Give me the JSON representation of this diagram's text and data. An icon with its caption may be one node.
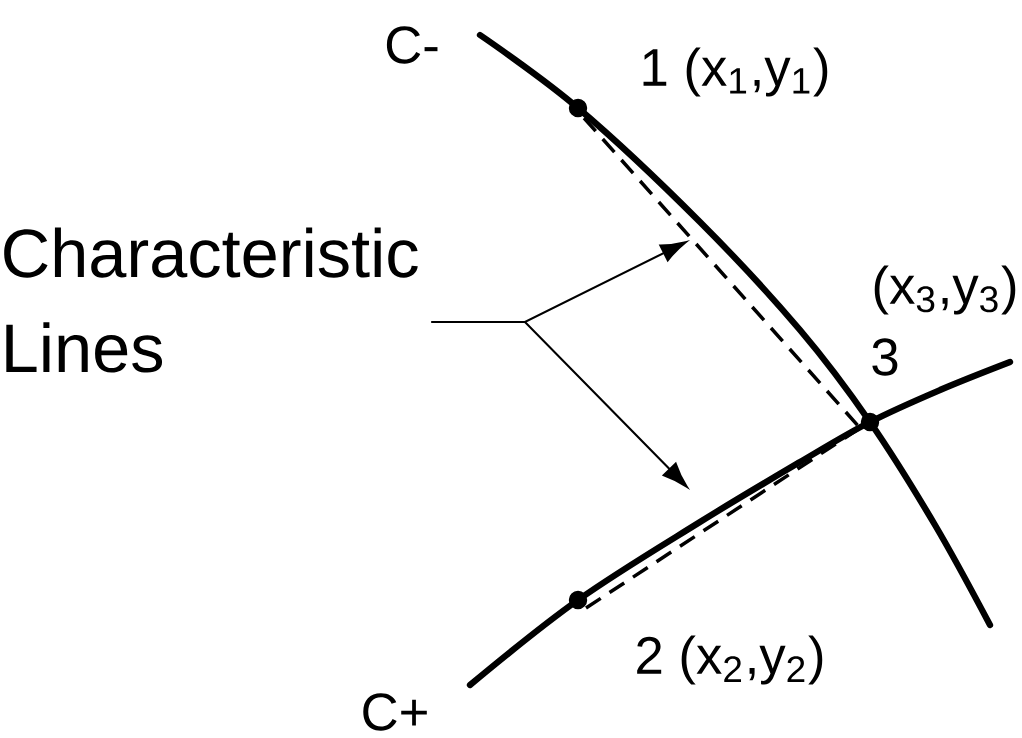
{
  "diagram": {
    "nodes": [
      {
        "text": [
          "Characteristic Lines"
        ]
      },
      {
        "text": [],
        "shape": "circle",
        "beside": [
          "1 (x$_{1}$,y$_{1}$)"
        ]
      },
      {
        "text": [],
        "shape": "circle",
        "beside": [
          "2 (x$_{2}$,y$_{2}$)"
        ]
      },
      {
        "text": [],
        "shape": "circle",
        "beside": [
          "(x$_{3}$,y$_{3}$)",
          "3"
        ]
      }
    ],
    "edges": [
      {
        "from": 0,
        "to": null,
        "arrow": "to"
      },
      {
        "from": 0,
        "to": null,
        "arrow": "to"
      },
      {
        "from": 1,
        "to": 3,
        "arrow": "none",
        "style": "dashed"
      },
      {
        "from": 2,
        "to": 3,
        "arrow": "none",
        "style": "dashed"
      }
    ],
    "labels": [
      "C-",
      "C+"
    ]
  }
}
